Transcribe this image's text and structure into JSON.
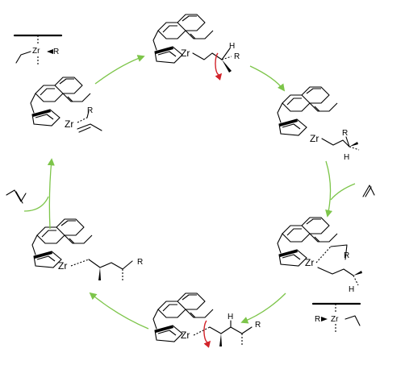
{
  "metal_label": "Zr",
  "substituent_label": "R",
  "hydrogen_label": "H",
  "colors": {
    "cycle_arrow": "#7dc54a",
    "rotation_arrow": "#d2232a",
    "bonds": "#000000"
  },
  "complexes": [
    {
      "id": "top",
      "metal": "Zr",
      "ligand_labels": [
        "H",
        "R"
      ]
    },
    {
      "id": "right-upper",
      "metal": "Zr",
      "ligand_labels": [
        "R",
        "H"
      ]
    },
    {
      "id": "right-lower",
      "metal": "Zr",
      "ligand_labels": [
        "R",
        "H"
      ]
    },
    {
      "id": "bottom",
      "metal": "Zr",
      "ligand_labels": [
        "H",
        "R"
      ]
    },
    {
      "id": "left-lower",
      "metal": "Zr",
      "ligand_labels": [
        "R"
      ]
    },
    {
      "id": "left-upper",
      "metal": "Zr",
      "ligand_labels": [
        "R"
      ]
    }
  ],
  "insets": [
    {
      "id": "inset-top-left",
      "metal": "Zr",
      "ligand_labels": [
        "R"
      ]
    },
    {
      "id": "inset-bottom-right",
      "metal": "Zr",
      "ligand_labels": [
        "R"
      ]
    }
  ]
}
